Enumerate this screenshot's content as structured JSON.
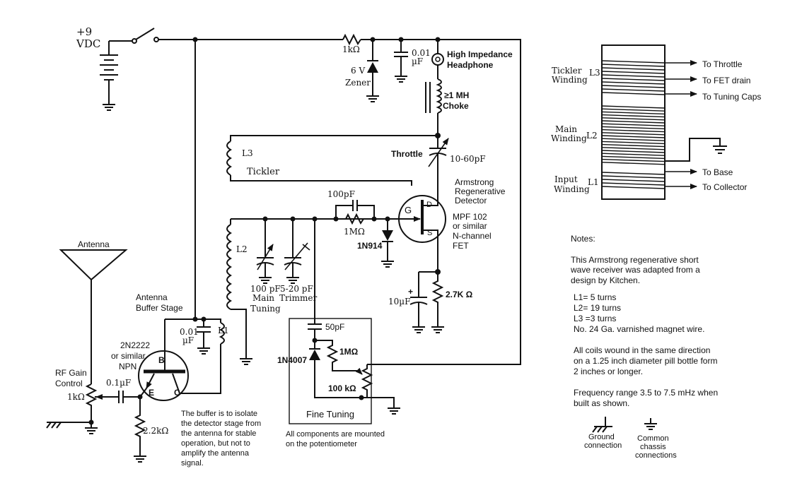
{
  "supply": {
    "plus": "+9",
    "unit": "VDC"
  },
  "components": {
    "r1k_top": "1kΩ",
    "zener_v": "6 V",
    "zener": "Zener",
    "cap_top_val": "0.01",
    "cap_top_unit": "µF",
    "headphone1": "High Impedance",
    "headphone2": "Headphone",
    "choke_val": "≥1 MH",
    "choke": "Choke",
    "throttle": "Throttle",
    "throttle_cap": "10-60pF",
    "l3": "L3",
    "tickler": "Tickler",
    "detector1": "Armstrong",
    "detector2": "Regenerative",
    "detector3": "Detector",
    "c100pf": "100pF",
    "r1m_grid": "1MΩ",
    "diode_1n914": "1N914",
    "fet_g": "G",
    "fet_d": "D",
    "fet_s": "S",
    "fet1": "MPF 102",
    "fet2": "or similar",
    "fet3": "N-channel",
    "fet4": "FET",
    "l2": "L2",
    "main_tuning1": "100 pF",
    "main_tuning2": "Main",
    "main_tuning3": "Tuning",
    "trimmer1": "5-20 pF",
    "trimmer2": "Trimmer",
    "c10uf": "10µF",
    "plus_sign": "+",
    "r27k": "2.7K Ω",
    "c50pf": "50pF",
    "d1n4007": "1N4007",
    "r1m_fine": "1MΩ",
    "pot100k": "100 kΩ",
    "fine_tuning": "Fine Tuning",
    "fine_note1": "All components are mounted",
    "fine_note2": "on the potentiometer",
    "antenna": "Antenna",
    "buffer1": "Antenna",
    "buffer2": "Buffer Stage",
    "cap_buf_val": "0.01",
    "cap_buf_unit": "µF",
    "l1": "L1",
    "tr1": "2N2222",
    "tr2": "or similar",
    "tr3": "NPN",
    "tr_b": "B",
    "tr_e": "E",
    "tr_c": "C",
    "rfgain1": "RF Gain",
    "rfgain2": "Control",
    "rfgain_val": "1kΩ",
    "c01uf": "0.1µF",
    "r22k": "2.2kΩ",
    "buffer_note": [
      "The buffer is to isolate",
      "the detector stage from",
      "the antenna for stable",
      "operation, but not to",
      "amplify the antenna",
      "signal."
    ]
  },
  "coil": {
    "tickler1": "Tickler",
    "tickler2": "Winding",
    "l3": "L3",
    "main1": "Main",
    "main2": "Winding",
    "l2": "L2",
    "input1": "Input",
    "input2": "Winding",
    "l1": "L1",
    "to_throttle": "To Throttle",
    "to_fet_drain": "To  FET drain",
    "to_tuning_caps": "To Tuning Caps",
    "to_base": "To Base",
    "to_collector": "To Collector"
  },
  "notes": {
    "heading": "Notes:",
    "p1": [
      "This Armstrong regenerative short",
      "wave receiver was adapted from a",
      "design by Kitchen."
    ],
    "turns": [
      "L1= 5 turns",
      "L2= 19 turns",
      "L3 =3 turns",
      "No. 24 Ga. varnished magnet wire."
    ],
    "p2": [
      "All coils wound in the same direction",
      "on a 1.25 inch diameter pill bottle form",
      "2 inches or longer."
    ],
    "p3": [
      "Frequency range 3.5 to 7.5 mHz when",
      "built as shown."
    ]
  },
  "legend": {
    "ground1": "Ground",
    "ground2": "connection",
    "chassis1": "Common",
    "chassis2": "chassis",
    "chassis3": "connections"
  }
}
